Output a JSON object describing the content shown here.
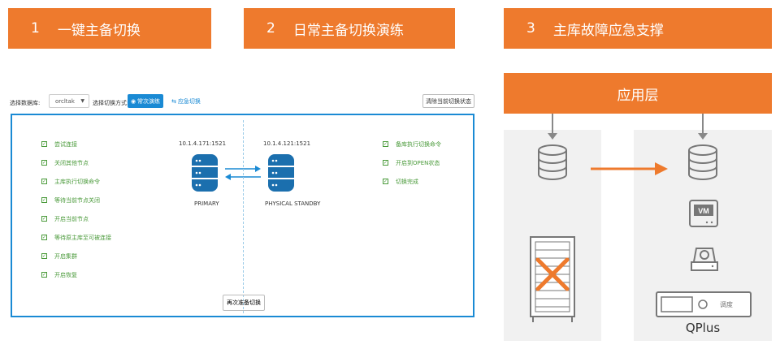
{
  "banners": [
    {
      "num": "1",
      "title": "一键主备切换"
    },
    {
      "num": "2",
      "title": "日常主备切换演练"
    },
    {
      "num": "3",
      "title": "主库故障应急支撑"
    }
  ],
  "app": {
    "db_label": "选择数据库:",
    "db_value": "orcltak",
    "mode_label": "选择切换方式:",
    "tab_drill": "常次演练",
    "tab_emergency": "应急切换",
    "clear_button": "清除当前切换状态",
    "steps_left": [
      "尝试连接",
      "关闭其他节点",
      "主库执行切换命令",
      "等待当前节点关闭",
      "开启当前节点",
      "等待原主库至可被连接",
      "开启集群",
      "开启恢复"
    ],
    "steps_right": [
      "备库执行切换命令",
      "开启到OPEN状态",
      "切换完成"
    ],
    "primary_ip": "10.1.4.171:1521",
    "standby_ip": "10.1.4.121:1521",
    "primary_label": "PRIMARY",
    "standby_label": "PHYSICAL STANDBY",
    "bottom_button": "再次准备切换"
  },
  "diagram": {
    "layer_title": "应用层",
    "vm_label": "VM",
    "qplus_label": "QPlus",
    "qplus_tag": "调度"
  },
  "colors": {
    "accent": "#ee7a2d",
    "blue": "#1a8ad4",
    "db": "#1b6fae",
    "green": "#4a9a3a",
    "gray_icon": "#777777"
  }
}
